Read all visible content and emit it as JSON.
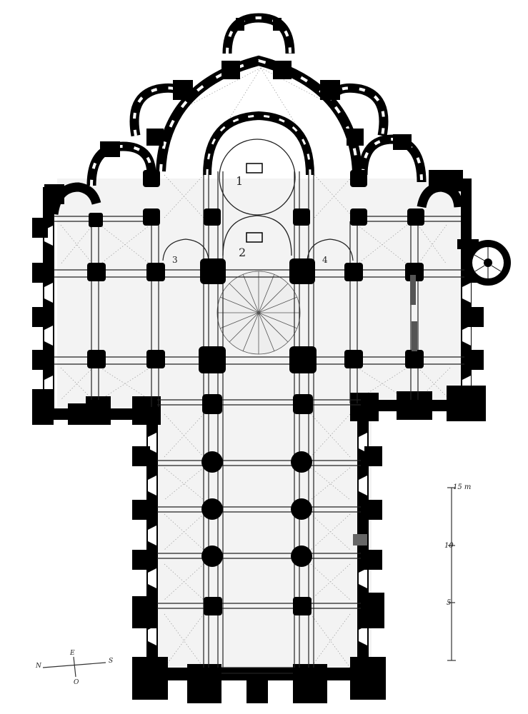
{
  "labels": {
    "chapel_1": "1",
    "chapel_2": "2",
    "chapel_3": "3",
    "chapel_4": "4"
  },
  "scale_bar": {
    "top": "15 m",
    "mid_upper": "10",
    "mid_lower": "5"
  },
  "compass": {
    "north": "N",
    "east": "E",
    "south": "S",
    "west": "O"
  }
}
